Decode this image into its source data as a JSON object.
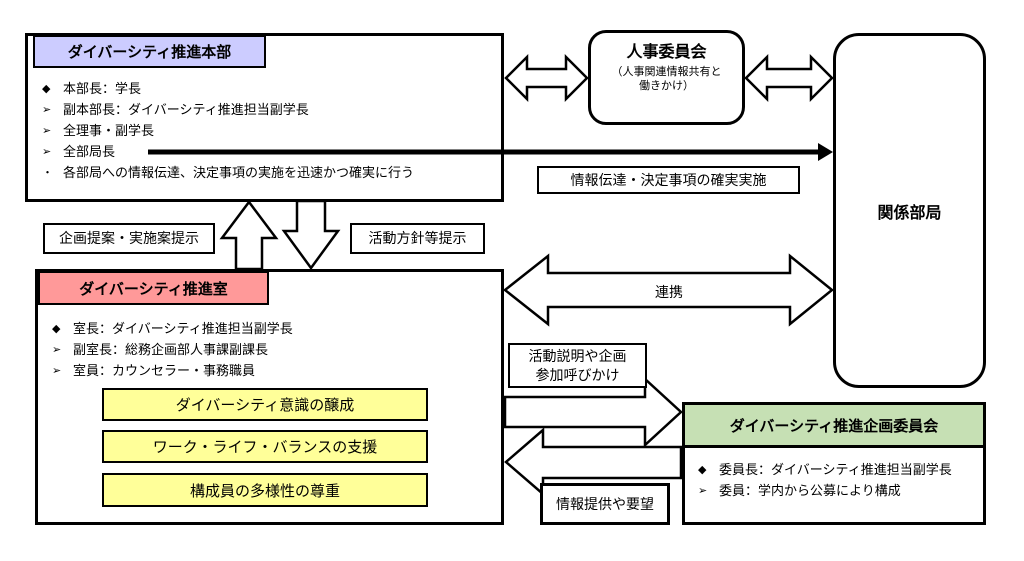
{
  "colors": {
    "hq_header": "#ccccff",
    "office_header": "#ff9999",
    "committee_header": "#c6e0b4",
    "activity_box": "#ffff99"
  },
  "headquarters": {
    "title": "ダイバーシティ推進本部",
    "items": [
      {
        "bullet": "◆",
        "text": "本部長：学長"
      },
      {
        "bullet": "➢",
        "text": "副本部長：ダイバーシティ推進担当副学長"
      },
      {
        "bullet": "➢",
        "text": "全理事・副学長"
      },
      {
        "bullet": "➢",
        "text": "全部局長"
      },
      {
        "bullet": "・",
        "text": "各部局への情報伝達、決定事項の実施を迅速かつ確実に行う"
      }
    ]
  },
  "personnel_committee": {
    "title": "人事委員会",
    "subtitle_line1": "（人事関連情報共有と",
    "subtitle_line2": "働きかけ）"
  },
  "related_departments": {
    "title": "関係部局"
  },
  "promotion_office": {
    "title": "ダイバーシティ推進室",
    "items": [
      {
        "bullet": "◆",
        "text": "室長：ダイバーシティ推進担当副学長"
      },
      {
        "bullet": "➢",
        "text": "副室長：総務企画部人事課副課長"
      },
      {
        "bullet": "➢",
        "text": "室員：カウンセラー・事務職員"
      }
    ],
    "activities": [
      "ダイバーシティ意識の醸成",
      "ワーク・ライフ・バランスの支援",
      "構成員の多様性の尊重"
    ]
  },
  "planning_committee": {
    "title": "ダイバーシティ推進企画委員会",
    "items": [
      {
        "bullet": "◆",
        "text": "委員長：ダイバーシティ推進担当副学長"
      },
      {
        "bullet": "➢",
        "text": "委員：学内から公募により構成"
      }
    ]
  },
  "labels": {
    "info_transmission": "情報伝達・決定事項の確実実施",
    "proposal": "企画提案・実施案提示",
    "policy": "活動方針等提示",
    "cooperation": "連携",
    "activity_call_line1": "活動説明や企画",
    "activity_call_line2": "参加呼びかけ",
    "info_request": "情報提供や要望"
  }
}
